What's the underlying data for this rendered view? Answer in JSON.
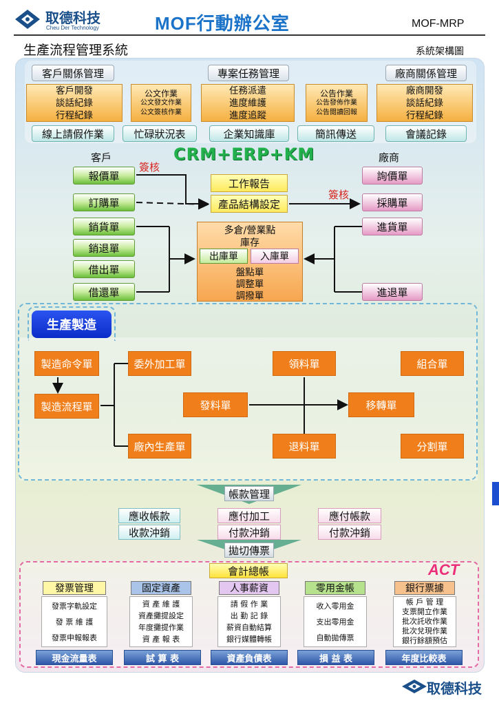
{
  "header": {
    "logo_text": "取德科技",
    "logo_sub": "Cheu Der Technology",
    "title": "MOF行動辦公室",
    "code": "MOF-MRP",
    "subtitle": "生產流程管理系統",
    "arch_label": "系統架構圖"
  },
  "crm": {
    "headers": [
      "客戶關係管理",
      "專案任務管理",
      "廠商關係管理"
    ],
    "items": [
      [
        "客戶開發",
        "談話紀錄",
        "行程紀錄"
      ],
      [
        "公文作業",
        "公文發文作業",
        "公文簽核作業"
      ],
      [
        "任務派遣",
        "進度維護",
        "進度追蹤"
      ],
      [
        "公告作業",
        "公告發佈作業",
        "公告閱讀回報"
      ],
      [
        "廠商開發",
        "談話紀錄",
        "行程紀錄"
      ]
    ],
    "bottom": [
      "線上請假作業",
      "忙碌狀況表",
      "企業知識庫",
      "簡訊傳送",
      "會議記錄"
    ]
  },
  "erp": {
    "banner": "CRM+ERP+KM",
    "customer_label": "客戶",
    "vendor_label": "廠商",
    "approve_left": "簽核",
    "approve_right": "簽核",
    "customer_docs": [
      "報價單",
      "訂購單",
      "銷貨單",
      "銷退單",
      "借出單",
      "借還單"
    ],
    "center": [
      "工作報告",
      "產品結構設定"
    ],
    "vendor_docs": [
      "詢價單",
      "採購單",
      "進貨單",
      "進退單"
    ],
    "inventory": {
      "title1": "多倉/營業點",
      "title2": "庫存",
      "out": "出庫單",
      "in": "入庫單",
      "lines": [
        "盤點單",
        "調整單",
        "調撥單"
      ]
    }
  },
  "production": {
    "title": "生產製造",
    "boxes": [
      "製造命令單",
      "製造流程單",
      "委外加工單",
      "廠內生產單",
      "發料單",
      "領料單",
      "退料單",
      "移轉單",
      "組合單",
      "分割單"
    ]
  },
  "accounts": {
    "title": "帳款管理",
    "cells": [
      [
        "應收帳款",
        "收款沖銷"
      ],
      [
        "應付加工",
        "付款沖銷"
      ],
      [
        "應付帳款",
        "付款沖銷"
      ]
    ],
    "transfer": "拋切傳票"
  },
  "act": {
    "label": "ACT",
    "ledger": "會計總帳",
    "categories": [
      "發票管理",
      "固定資產",
      "人事薪資",
      "零用金帳",
      "銀行票據"
    ],
    "category_colors": [
      "#fff7a6",
      "#a9c4e8",
      "#e3c7f0",
      "#b6e28d",
      "#f7c18d"
    ],
    "lists": [
      [
        "發票字軌設定",
        "發 票 維 護",
        "發票申報報表"
      ],
      [
        "資 產 維 護",
        "資產攤提設定",
        "年度攤提作業",
        "資 產 報 表"
      ],
      [
        "請 假 作 業",
        "出 勤 記 錄",
        "薪資自動結算",
        "銀行媒體轉帳"
      ],
      [
        "收入零用金",
        "支出零用金",
        "自動拋傳票"
      ],
      [
        "帳 戶 管 理",
        "支票開立作業",
        "批次託收作業",
        "批次兌現作業",
        "銀行餘額預估"
      ]
    ],
    "reports": [
      "現金流量表",
      "試 算 表",
      "資產負債表",
      "損 益 表",
      "年度比較表"
    ]
  },
  "footer": {
    "logo_text": "取德科技"
  }
}
